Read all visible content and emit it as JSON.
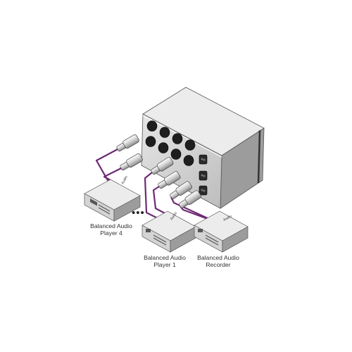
{
  "devices": {
    "player4": {
      "line1": "Balanced Audio",
      "line2": "Player 4"
    },
    "player1": {
      "line1": "Balanced Audio",
      "line2": "Player 1"
    },
    "recorder": {
      "line1": "Balanced Audio",
      "line2": "Recorder"
    }
  },
  "cable_label": "Audio",
  "ellipsis": "•••",
  "colors": {
    "cable": "#6e2a74",
    "unit_face": "#d9d9d9",
    "unit_side": "#9c9c9c",
    "unit_top": "#ececec",
    "connector": "#1e1e1e"
  }
}
